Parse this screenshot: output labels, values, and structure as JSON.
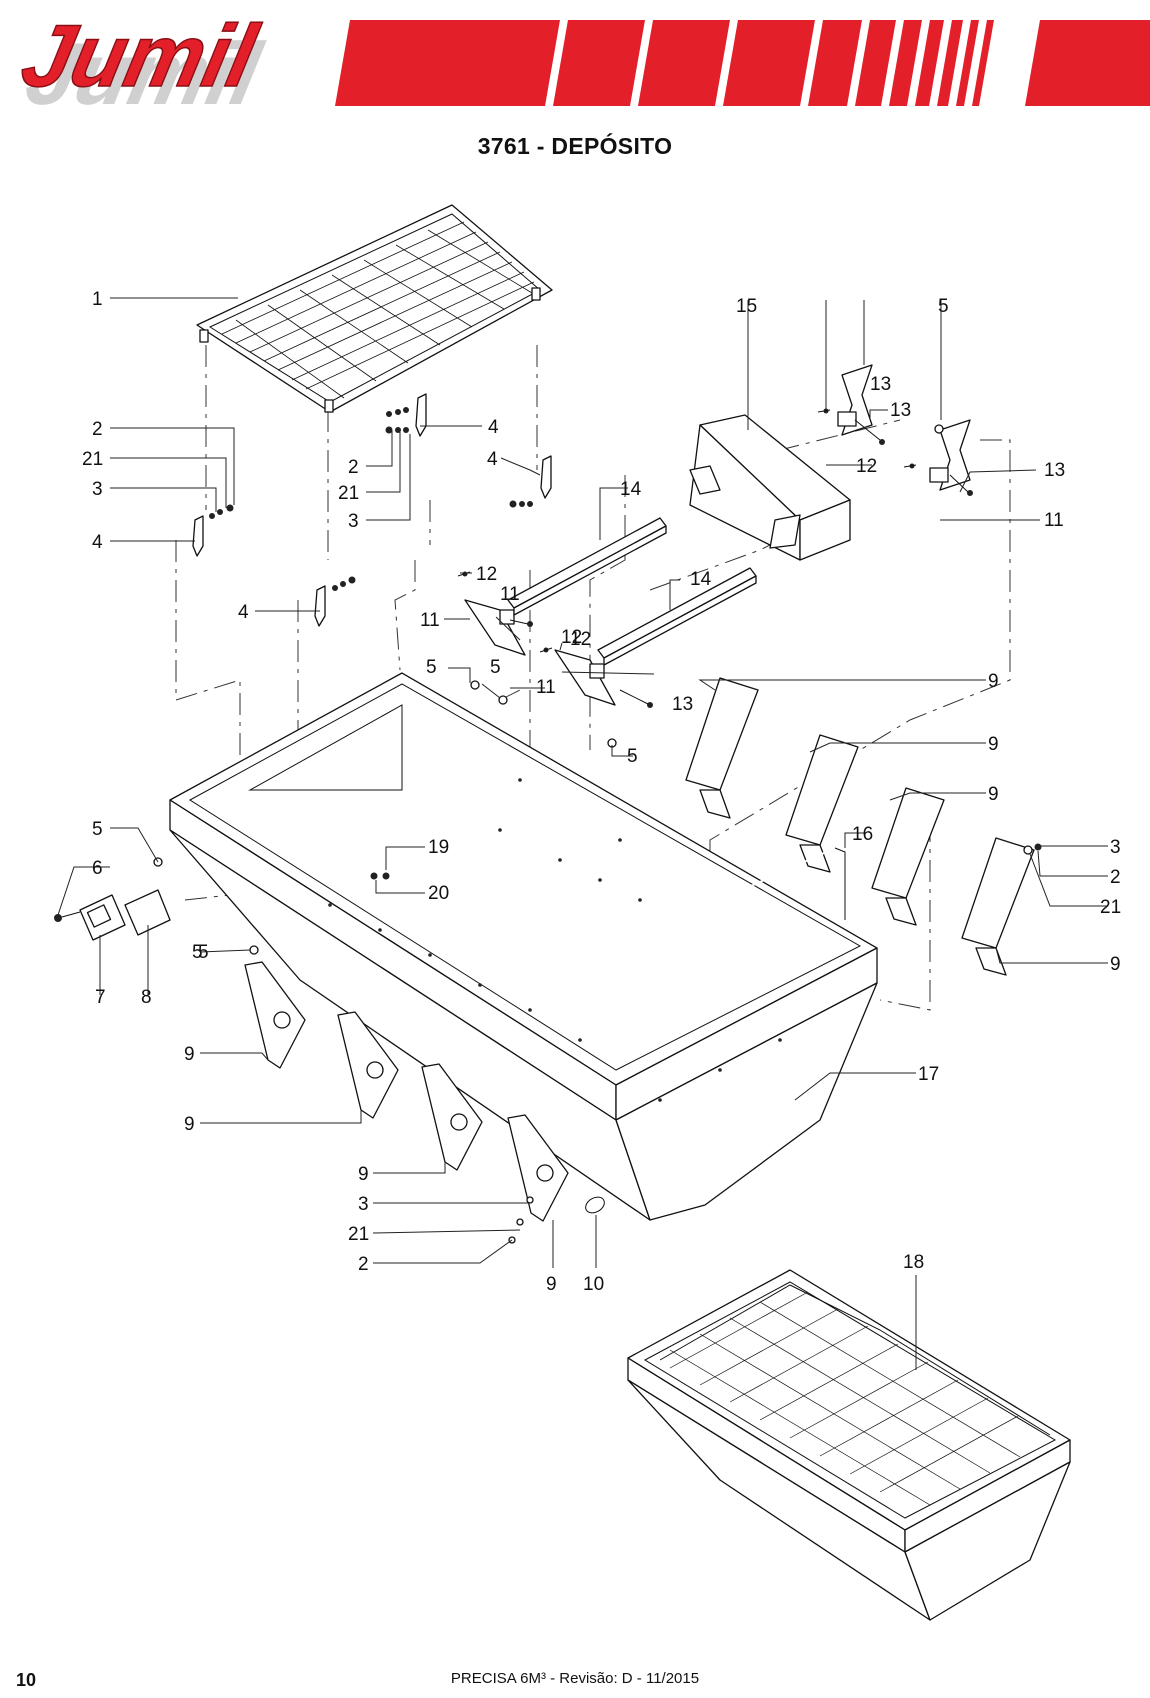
{
  "header": {
    "logo_text": "Jumil",
    "brand_color": "#e3202a",
    "title": "3761 - DEPÓSITO"
  },
  "diagram": {
    "callouts": [
      "1",
      "2",
      "21",
      "3",
      "4",
      "2",
      "21",
      "3",
      "4",
      "4",
      "4",
      "12",
      "11",
      "5",
      "15",
      "13",
      "12",
      "13",
      "11",
      "14",
      "12",
      "11",
      "13",
      "14",
      "12",
      "5",
      "5",
      "11",
      "5",
      "13",
      "9",
      "5",
      "9",
      "9",
      "16",
      "19",
      "3",
      "5",
      "20",
      "2",
      "6",
      "21",
      "9",
      "7",
      "8",
      "5",
      "9",
      "17",
      "9",
      "9",
      "3",
      "21",
      "2",
      "9",
      "10",
      "18"
    ]
  },
  "footer": {
    "page_number": "10",
    "text": "PRECISA 6M³ - Revisão: D - 11/2015"
  }
}
